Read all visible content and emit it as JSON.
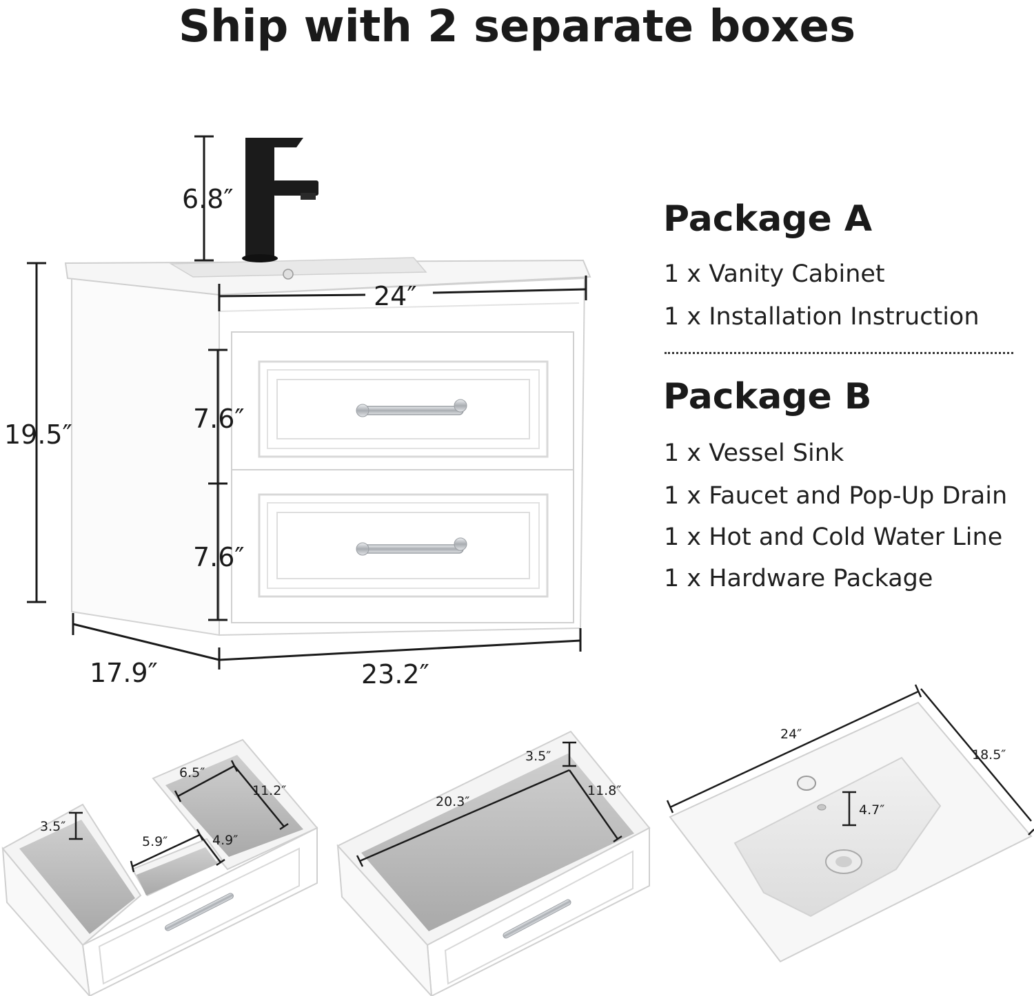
{
  "title": "Ship with 2 separate boxes",
  "packages": [
    {
      "name": "Package A",
      "items": [
        "1 x Vanity Cabinet",
        "1 x Installation Instruction"
      ]
    },
    {
      "name": "Package B",
      "items": [
        "1 x Vessel Sink",
        "1 x Faucet and Pop-Up Drain",
        "1 x Hot and Cold Water Line",
        "1 x Hardware Package"
      ]
    }
  ],
  "vanity_dimensions": {
    "faucet_height": "6.8″",
    "total_height": "19.5″",
    "top_width": "24″",
    "drawer_top_height": "7.6″",
    "drawer_bottom_height": "7.6″",
    "depth": "17.9″",
    "cabinet_width": "23.2″"
  },
  "drawer_top_dimensions": {
    "left_depth": "3.5″",
    "rear_width": "6.5″",
    "rear_length": "11.2″",
    "front_width": "5.9″",
    "front_length": "4.9″"
  },
  "drawer_bottom_dimensions": {
    "depth": "3.5″",
    "width": "20.3″",
    "length": "11.8″"
  },
  "sink_dimensions": {
    "width": "24″",
    "depth": "18.5″",
    "basin_depth": "4.7″"
  },
  "colors": {
    "cabinet": "#ffffff",
    "outline": "#d6d6d6",
    "faucet": "#1b1b1b",
    "handle": "#b9bcc0",
    "interior": "#b8b8b8"
  }
}
